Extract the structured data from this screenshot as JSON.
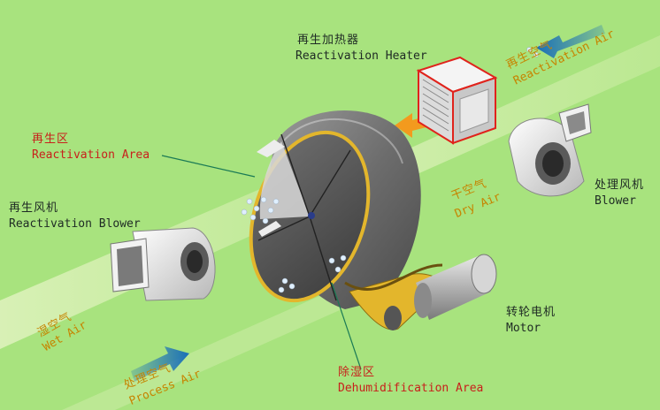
{
  "colors": {
    "background": "#a8e37e",
    "label_dark": "#1e2a24",
    "label_red": "#c8201c",
    "label_flow": "#c68400",
    "airflow_arrow": "#1a6fb8",
    "heat_arrow": "#f39a1e",
    "heater_frame": "#e0231c",
    "belt": "#e3b62c"
  },
  "labels": {
    "heater_cn": "再生加热器",
    "heater_en": "Reactivation Heater",
    "react_area_cn": "再生区",
    "react_area_en": "Reactivation Area",
    "react_blower_cn": "再生风机",
    "react_blower_en": "Reactivation Blower",
    "blower_cn": "处理风机",
    "blower_en": "Blower",
    "motor_cn": "转轮电机",
    "motor_en": "Motor",
    "dehum_cn": "除湿区",
    "dehum_en": "Dehumidification Area",
    "dry_air_cn": "干空气",
    "dry_air_en": "Dry Air",
    "wet_air_cn": "湿空气",
    "wet_air_en": "Wet Air",
    "process_air_cn": "处理空气",
    "process_air_en": "Process Air",
    "react_air_cn": "再生空气",
    "react_air_en": "Reactivation Air"
  },
  "icons": [
    "airflow-arrow-icon",
    "heat-arrow-icon",
    "heater-icon",
    "blower-icon",
    "motor-icon",
    "desiccant-wheel-icon"
  ]
}
